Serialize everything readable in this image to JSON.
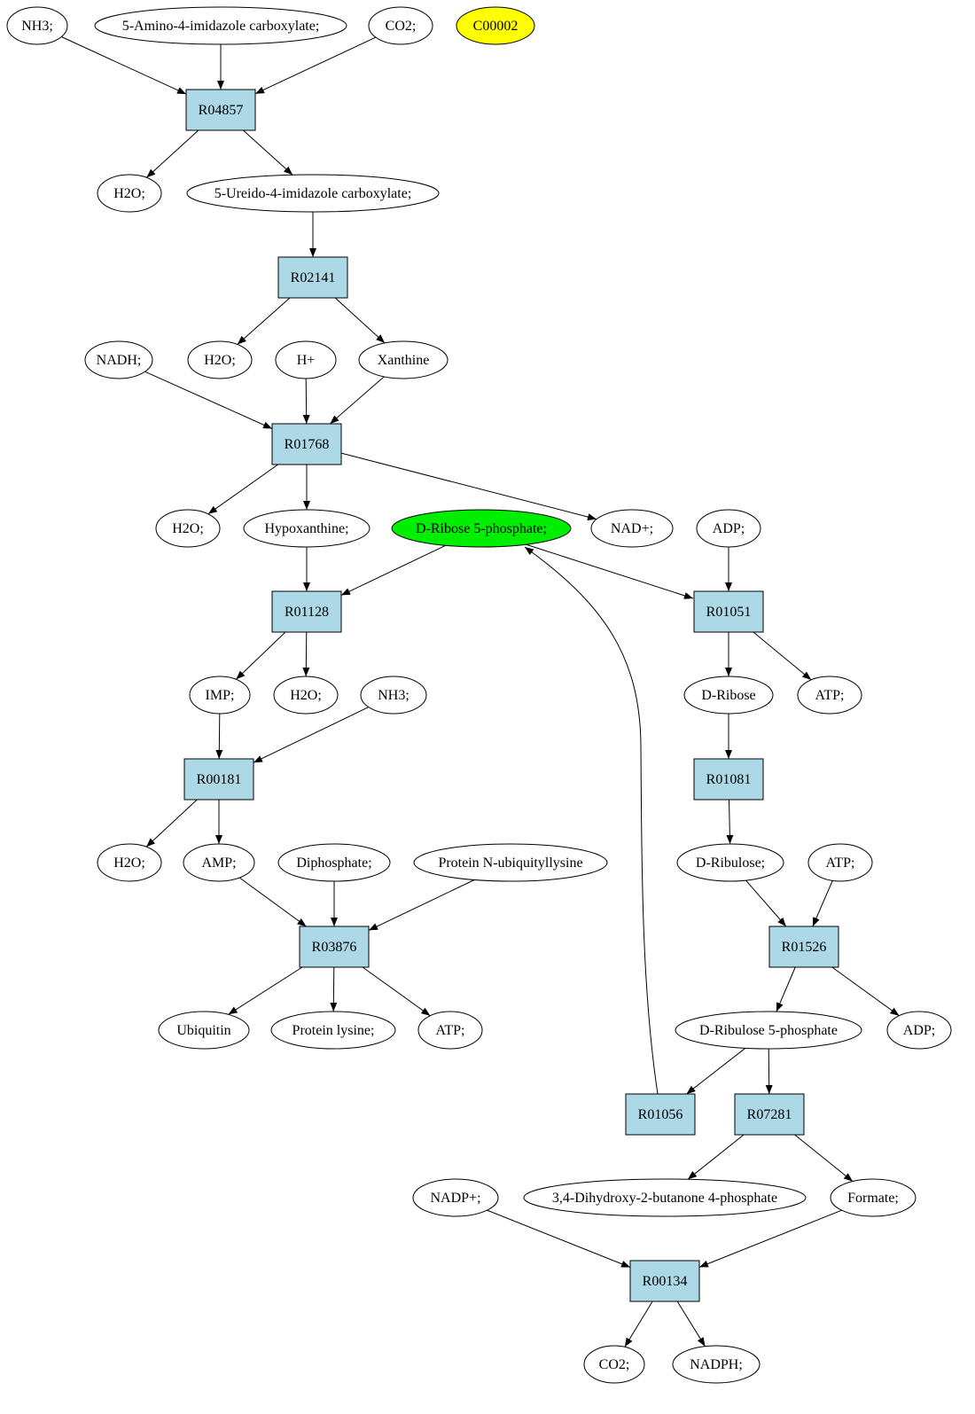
{
  "colors": {
    "reaction": "#add8e6",
    "compound": "#ffffff",
    "highlight_yellow": "#ffff00",
    "highlight_green": "#00ee00",
    "edge": "#000000"
  },
  "nodes": {
    "nh3_a": "NH3;",
    "amino_imidazole": "5-Amino-4-imidazole carboxylate;",
    "co2_a": "CO2;",
    "c00002": "C00002",
    "r04857": "R04857",
    "h2o_a": "H2O;",
    "ureido_imidazole": "5-Ureido-4-imidazole carboxylate;",
    "r02141": "R02141",
    "nadh": "NADH;",
    "h2o_b": "H2O;",
    "hplus": "H+",
    "xanthine": "Xanthine",
    "r01768": "R01768",
    "h2o_c": "H2O;",
    "hypoxanthine": "Hypoxanthine;",
    "ribose5p": "D-Ribose 5-phosphate;",
    "nadplus": "NAD+;",
    "adp_a": "ADP;",
    "r01128": "R01128",
    "r01051": "R01051",
    "imp": "IMP;",
    "h2o_d": "H2O;",
    "nh3_b": "NH3;",
    "dribose": "D-Ribose",
    "atp_a": "ATP;",
    "r00181": "R00181",
    "r01081": "R01081",
    "h2o_e": "H2O;",
    "amp": "AMP;",
    "diphosphate": "Diphosphate;",
    "protein_ubiq": "Protein N-ubiquityllysine",
    "dribulose": "D-Ribulose;",
    "atp_b": "ATP;",
    "r03876": "R03876",
    "r01526": "R01526",
    "ubiquitin": "Ubiquitin",
    "protein_lysine": "Protein lysine;",
    "atp_c": "ATP;",
    "ribulose5p": "D-Ribulose 5-phosphate",
    "adp_b": "ADP;",
    "r01056": "R01056",
    "r07281": "R07281",
    "nadpplus": "NADP+;",
    "dihydroxy": "3,4-Dihydroxy-2-butanone 4-phosphate",
    "formate": "Formate;",
    "r00134": "R00134",
    "co2_b": "CO2;",
    "nadph": "NADPH;"
  },
  "edges": [
    [
      "nh3_a",
      "r04857"
    ],
    [
      "amino_imidazole",
      "r04857"
    ],
    [
      "co2_a",
      "r04857"
    ],
    [
      "r04857",
      "h2o_a"
    ],
    [
      "r04857",
      "ureido_imidazole"
    ],
    [
      "ureido_imidazole",
      "r02141"
    ],
    [
      "r02141",
      "h2o_b"
    ],
    [
      "r02141",
      "xanthine"
    ],
    [
      "nadh",
      "r01768"
    ],
    [
      "hplus",
      "r01768"
    ],
    [
      "xanthine",
      "r01768"
    ],
    [
      "r01768",
      "h2o_c"
    ],
    [
      "r01768",
      "hypoxanthine"
    ],
    [
      "r01768",
      "nadplus"
    ],
    [
      "hypoxanthine",
      "r01128"
    ],
    [
      "ribose5p",
      "r01128"
    ],
    [
      "r01128",
      "imp"
    ],
    [
      "r01128",
      "h2o_d"
    ],
    [
      "imp",
      "r00181"
    ],
    [
      "nh3_b",
      "r00181"
    ],
    [
      "r00181",
      "h2o_e"
    ],
    [
      "r00181",
      "amp"
    ],
    [
      "amp",
      "r03876"
    ],
    [
      "diphosphate",
      "r03876"
    ],
    [
      "protein_ubiq",
      "r03876"
    ],
    [
      "r03876",
      "ubiquitin"
    ],
    [
      "r03876",
      "protein_lysine"
    ],
    [
      "r03876",
      "atp_c"
    ],
    [
      "ribose5p",
      "r01051"
    ],
    [
      "adp_a",
      "r01051"
    ],
    [
      "r01051",
      "dribose"
    ],
    [
      "r01051",
      "atp_a"
    ],
    [
      "dribose",
      "r01081"
    ],
    [
      "r01081",
      "dribulose"
    ],
    [
      "dribulose",
      "r01526"
    ],
    [
      "atp_b",
      "r01526"
    ],
    [
      "r01526",
      "ribulose5p"
    ],
    [
      "r01526",
      "adp_b"
    ],
    [
      "ribulose5p",
      "r01056"
    ],
    [
      "ribulose5p",
      "r07281"
    ],
    [
      "r01056",
      "ribose5p"
    ],
    [
      "r07281",
      "dihydroxy"
    ],
    [
      "r07281",
      "formate"
    ],
    [
      "nadpplus",
      "r00134"
    ],
    [
      "formate",
      "r00134"
    ],
    [
      "r00134",
      "co2_b"
    ],
    [
      "r00134",
      "nadph"
    ]
  ]
}
